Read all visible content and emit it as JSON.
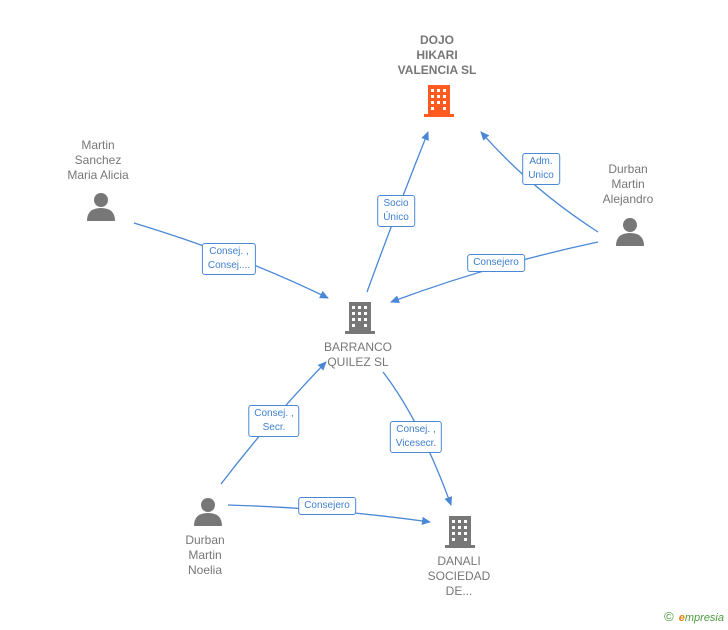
{
  "nodes": {
    "dojo": {
      "label": "DOJO\nHIKARI\nVALENCIA  SL",
      "type": "company",
      "highlight": true
    },
    "barranco": {
      "label": "BARRANCO\nQUILEZ SL",
      "type": "company"
    },
    "danali": {
      "label": "DANALI\nSOCIEDAD\nDE...",
      "type": "company"
    },
    "martin_sanchez": {
      "label": "Martin\nSanchez\nMaria Alicia",
      "type": "person"
    },
    "durban_alejandro": {
      "label": "Durban\nMartin\nAlejandro",
      "type": "person"
    },
    "durban_noelia": {
      "label": "Durban\nMartin\nNoelia",
      "type": "person"
    }
  },
  "edges": {
    "socio_unico": "Socio\nÚnico",
    "adm_unico": "Adm.\nUnico",
    "consej_consej": "Consej. ,\nConsej....",
    "consejero_alejandro": "Consejero",
    "consej_secr": "Consej. ,\nSecr.",
    "consej_vicesecr": "Consej. ,\nVicesecr.",
    "consejero_noelia": "Consejero"
  },
  "colors": {
    "accent": "#ff5a1f",
    "company": "#777777",
    "person": "#777777",
    "edge": "#4a88d6"
  },
  "footer": {
    "copyright": "©",
    "brand_initial": "e",
    "brand_rest": "mpresia"
  }
}
